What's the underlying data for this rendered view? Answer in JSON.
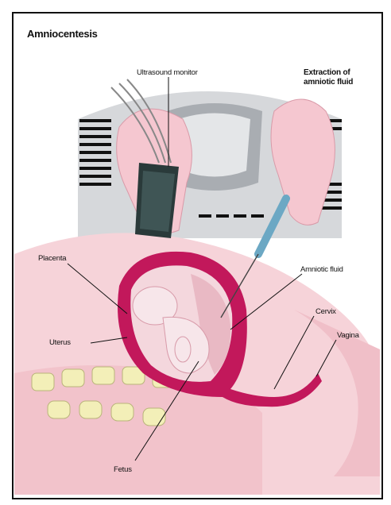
{
  "diagram": {
    "title": "Amniocentesis",
    "labels": {
      "ultrasound_monitor": "Ultrasound monitor",
      "extraction": "Extraction of amniotic fluid",
      "placenta": "Placenta",
      "amniotic_fluid": "Amniotic fluid",
      "cervix": "Cervix",
      "vagina": "Vagina",
      "uterus": "Uterus",
      "fetus": "Fetus"
    }
  },
  "colors": {
    "skin": "#f4c8d0",
    "uterus": "#c2185b",
    "spine": "#f3efb8",
    "screen": "#c9ccd0",
    "probe": "#2a3a3a"
  }
}
